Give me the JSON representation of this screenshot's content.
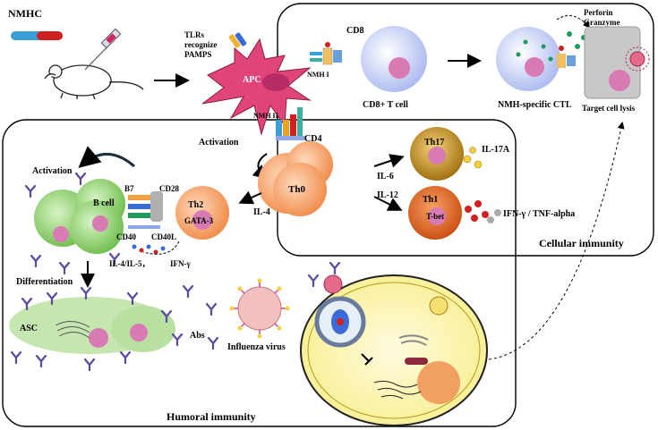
{
  "labels": {
    "nmhc": "NMHC",
    "tlrs_line1": "TLRs",
    "tlrs_line2": "recognize",
    "tlrs_line3": "PAMPS",
    "apc": "APC",
    "activation_apc": "Activation",
    "nmh_i": "NMH I",
    "nmh_ii": "NMH II",
    "cd8": "CD8",
    "cd8_t_cell": "CD8+ T cell",
    "ctl": "NMH-specific CTL",
    "perforin": "Perforin",
    "granzyme": "Granzyme",
    "target_lysis": "Target cell lysis",
    "cd4": "CD4",
    "th0": "Th0",
    "il6": "IL-6",
    "il12": "IL-12",
    "th17": "Th17",
    "il17a": "IL-17A",
    "th1": "Th1",
    "tbet": "T-bet",
    "ifn_tnf": "IFN-γ / TNF-alpha",
    "cellular": "Cellular immunity",
    "activation_b": "Activation",
    "b7": "B7",
    "cd28": "CD28",
    "b_cell": "B cell",
    "th2": "Th2",
    "gata3": "GATA-3",
    "il4": "IL-4",
    "cd40": "CD40",
    "cd40l": "CD40L",
    "il4_il5": "IL-4/IL-5，",
    "ifn_g": "IFN-γ",
    "differentiation": "Differentiation",
    "asc": "ASC",
    "abs": "Abs",
    "influenza": "Influenza virus",
    "humoral": "Humoral immunity"
  },
  "colors": {
    "apc": "#e0457a",
    "cd8_cell": "#c9d3f5",
    "th0": "#f3a56d",
    "th17": "#c8901a",
    "th1": "#e0601a",
    "b_cell": "#8fcf6f",
    "th2": "#f5a26a",
    "asc": "#c6e6b0",
    "infected_cell": "#fff7b0",
    "nucleus": "#d87ab3",
    "antibody": "#5a4aa0"
  }
}
